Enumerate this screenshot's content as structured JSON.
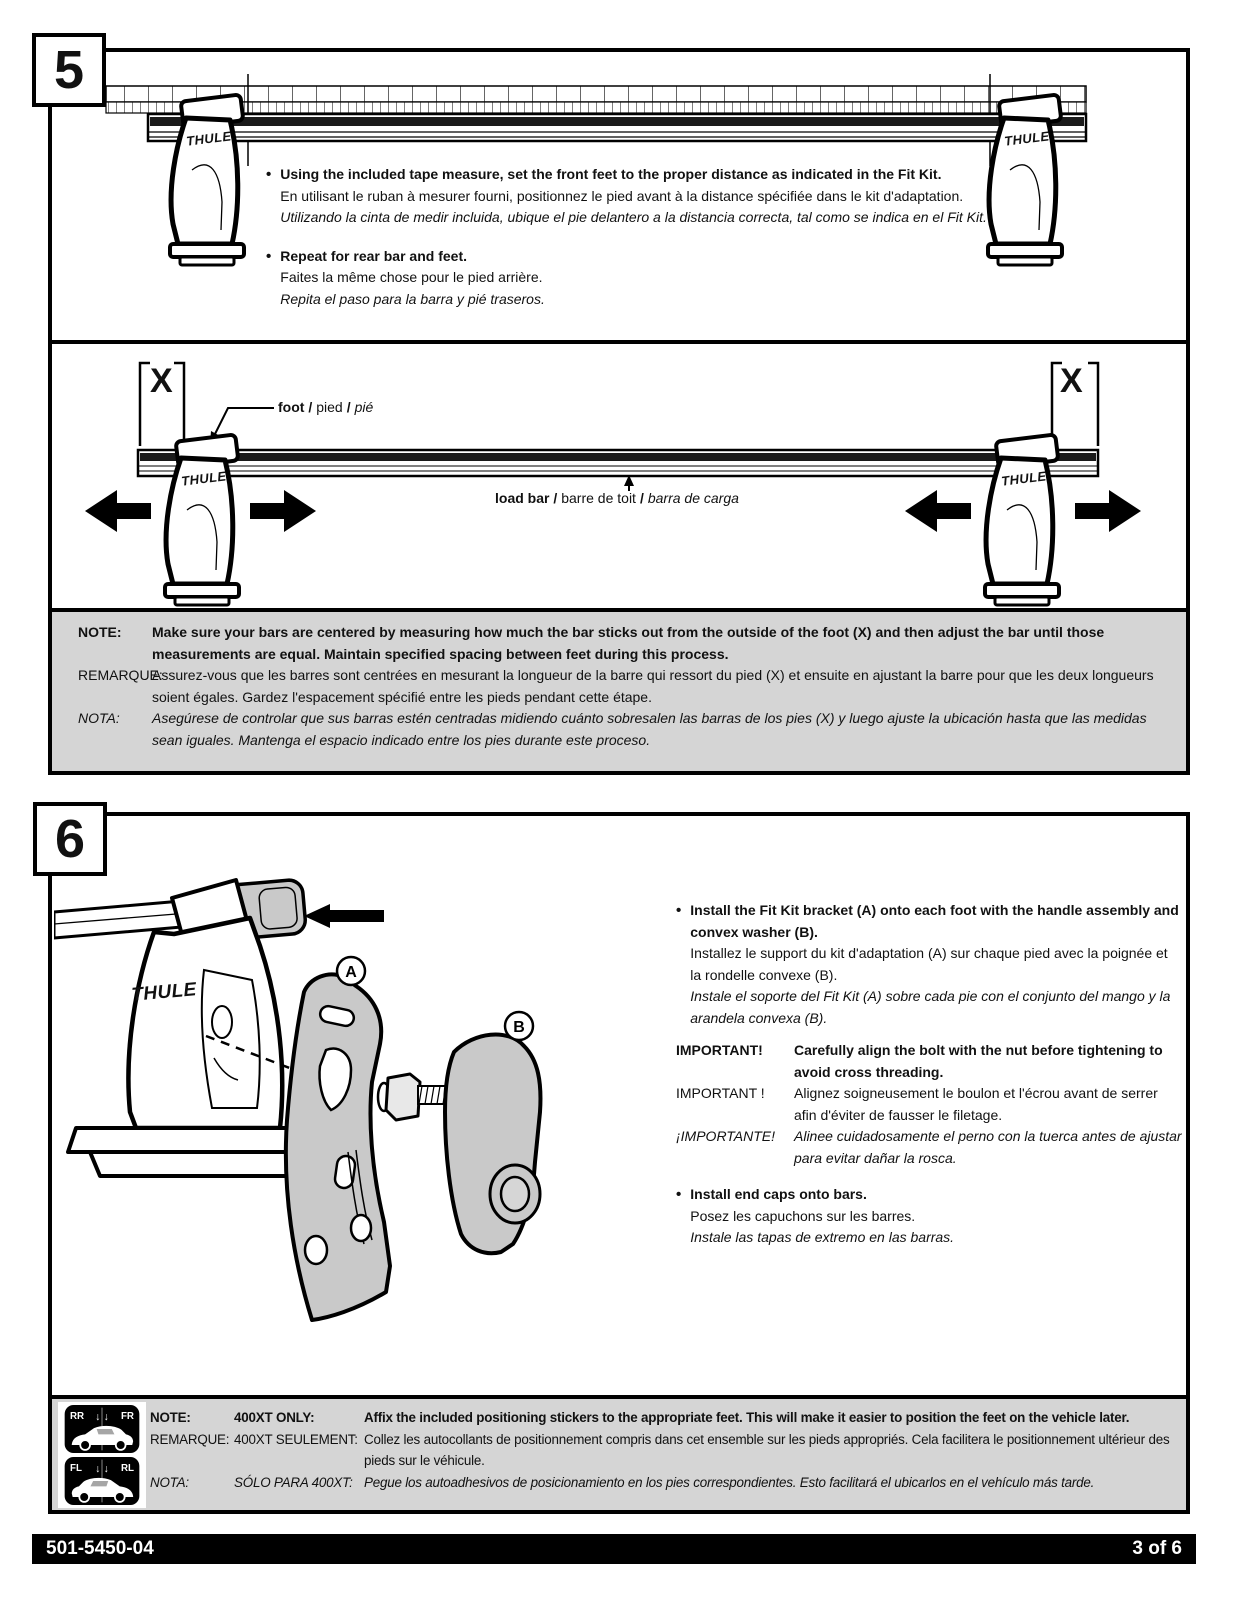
{
  "page": {
    "bullet_char": "•",
    "footer": {
      "doc_number": "501-5450-04",
      "page_indicator": "3 of 6"
    },
    "colors": {
      "note_bg": "#d5d5d5",
      "line": "#000000",
      "part_gray": "#c9c9c9",
      "footer_bg": "#000000",
      "footer_text": "#ffffff"
    }
  },
  "brand": {
    "logo": "THULE"
  },
  "step5": {
    "number": "5",
    "bullets": [
      {
        "en": "Using the included tape measure, set the front feet to the proper distance as indicated in the Fit Kit.",
        "fr": "En utilisant le ruban à mesurer fourni, positionnez le pied avant à la distance spécifiée dans le kit d'adaptation.",
        "es": "Utilizando la cinta de medir incluida, ubique el pie delantero a la distancia correcta, tal como se indica en el Fit Kit."
      },
      {
        "en": "Repeat for rear bar and feet.",
        "fr": "Faites la même chose pour le pied arrière.",
        "es": "Repita el paso para la barra y pié traseros."
      }
    ],
    "diagram": {
      "x_label": "X",
      "foot_label": {
        "en": "foot /",
        "fr": "pied",
        "sep": "/",
        "es": "pié"
      },
      "load_bar_label": {
        "en": "load bar /",
        "fr": "barre de toit",
        "sep": "/",
        "es": "barra de carga"
      }
    },
    "note": {
      "labels": {
        "en": "NOTE:",
        "fr": "REMARQUE:",
        "es": "NOTA:"
      },
      "en": "Make sure your bars are centered by measuring how much the bar sticks out from the outside of the foot (X) and then adjust the bar until those measurements are equal. Maintain specified spacing between feet during this process.",
      "fr": "Assurez-vous que les barres sont centrées en mesurant la longueur de la barre qui ressort du pied (X) et ensuite en ajustant la barre pour que les deux longueurs soient égales. Gardez l'espacement spécifié entre les pieds pendant cette étape.",
      "es": "Asegúrese de controlar que sus barras estén centradas midiendo cuánto sobresalen las barras de los pies (X) y luego ajuste la ubicación hasta que las medidas sean iguales. Mantenga el espacio indicado entre los pies durante este proceso."
    }
  },
  "step6": {
    "number": "6",
    "callouts": {
      "a": "A",
      "b": "B"
    },
    "bullets": [
      {
        "en": "Install the Fit Kit bracket (A) onto each foot with the handle assembly and convex washer (B).",
        "fr": "Installez le support du kit d'adaptation (A) sur chaque pied avec la poignée et la rondelle convexe (B).",
        "es": "Instale el soporte del Fit Kit (A) sobre cada pie con el conjunto del mango y la arandela convexa (B)."
      },
      {
        "en": "Install end caps onto bars.",
        "fr": "Posez les capuchons sur les barres.",
        "es": "Instale las tapas de extremo en las barras."
      }
    ],
    "important": {
      "labels": {
        "en": "IMPORTANT!",
        "fr": "IMPORTANT !",
        "es": "¡IMPORTANTE!"
      },
      "en": "Carefully align the bolt with the nut before tightening to avoid cross threading.",
      "fr": "Alignez soigneusement le boulon et l'écrou avant de serrer afin d'éviter de fausser le filetage.",
      "es": "Alinee cuidadosamente el perno con la tuerca antes de ajustar para evitar dañar la rosca."
    },
    "note": {
      "labels": {
        "en": "NOTE:",
        "fr": "REMARQUE:",
        "es": "NOTA:"
      },
      "kit": {
        "en": "400XT ONLY:",
        "fr": "400XT SEULEMENT:",
        "es": "SÓLO PARA 400XT:"
      },
      "en": "Affix the included positioning stickers to the appropriate feet. This will make it easier to position the feet on the vehicle later.",
      "fr": "Collez les autocollants de positionnement compris dans cet ensemble sur les pieds appropriés. Cela facilitera le positionnement ultérieur des pieds sur le véhicule.",
      "es": "Pegue los autoadhesivos de posicionamiento en los pies correspondientes. Esto facilitará el ubicarlos en el vehículo más tarde."
    },
    "stickers": {
      "arrows": "↓ ↓",
      "badge1": {
        "left": "RR",
        "right": "FR"
      },
      "badge2": {
        "left": "FL",
        "right": "RL"
      }
    }
  }
}
